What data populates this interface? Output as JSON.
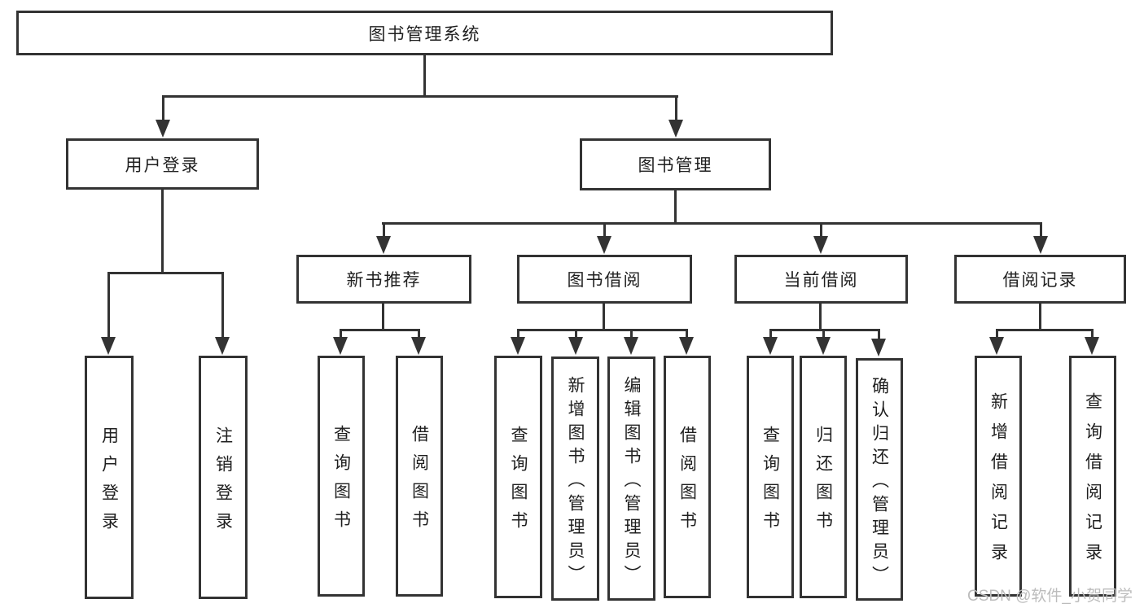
{
  "diagram": {
    "root_label": "图书管理系统",
    "user_login": {
      "label": "用户登录",
      "children": [
        "用户登录",
        "注销登录"
      ]
    },
    "book_mgmt": {
      "label": "图书管理",
      "sections": {
        "new_book": {
          "label": "新书推荐",
          "children": [
            "查询图书",
            "借阅图书"
          ]
        },
        "borrow": {
          "label": "图书借阅",
          "children": [
            "查询图书",
            "新增图书（管理员）",
            "编辑图书（管理员）",
            "借阅图书"
          ]
        },
        "current": {
          "label": "当前借阅",
          "children": [
            "查询图书",
            "归还图书",
            "确认归还（管理员）"
          ]
        },
        "records": {
          "label": "借阅记录",
          "children": [
            "新增借阅记录",
            "查询借阅记录"
          ]
        }
      }
    }
  },
  "colors": {
    "line": "#333333",
    "text": "#1f1f1f",
    "watermark_text": "#bcbcbc"
  },
  "watermark": "CSDN @软件_小贺同学"
}
